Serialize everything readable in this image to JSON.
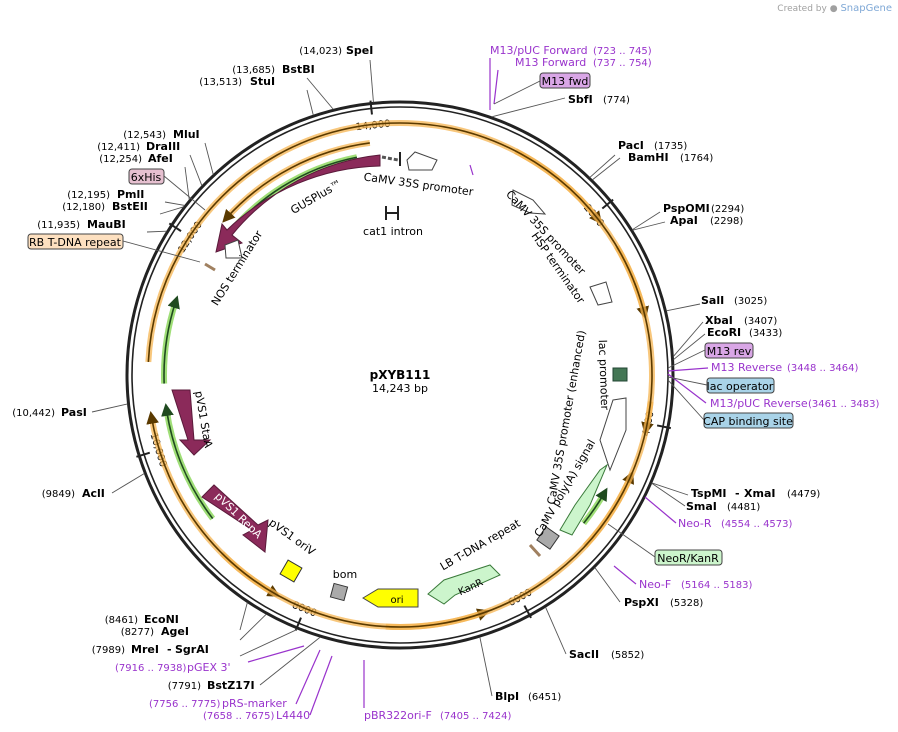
{
  "credit": {
    "prefix": "Created by",
    "brand": "SnapGene"
  },
  "plasmid": {
    "name": "pXYB111",
    "size_label": "14,243 bp",
    "length": 14243
  },
  "ticks": [
    "2000",
    "4000",
    "6000",
    "8000",
    "10,000",
    "12,000",
    "14,000"
  ],
  "enzymes": [
    {
      "name": "SpeI",
      "pos": "(14,023)"
    },
    {
      "name": "BstBI",
      "pos": "(13,685)"
    },
    {
      "name": "StuI",
      "pos": "(13,513)"
    },
    {
      "name": "MluI",
      "pos": "(12,543)"
    },
    {
      "name": "DraIII",
      "pos": "(12,411)"
    },
    {
      "name": "AfeI",
      "pos": "(12,254)"
    },
    {
      "name": "PmlI",
      "pos": "(12,195)"
    },
    {
      "name": "BstEII",
      "pos": "(12,180)"
    },
    {
      "name": "MauBI",
      "pos": "(11,935)"
    },
    {
      "name": "PasI",
      "pos": "(10,442)"
    },
    {
      "name": "AclI",
      "pos": "(9849)"
    },
    {
      "name": "EcoNI",
      "pos": "(8461)"
    },
    {
      "name": "AgeI",
      "pos": "(8277)"
    },
    {
      "name": "MreI",
      "pos": "(7989)"
    },
    {
      "name": "SgrAI",
      "pos": ""
    },
    {
      "name": "BstZ17I",
      "pos": "(7791)"
    },
    {
      "name": "SbfI",
      "pos": "(774)"
    },
    {
      "name": "PacI",
      "pos": "(1735)"
    },
    {
      "name": "BamHI",
      "pos": "(1764)"
    },
    {
      "name": "PspOMI",
      "pos": "(2294)"
    },
    {
      "name": "ApaI",
      "pos": "(2298)"
    },
    {
      "name": "SalI",
      "pos": "(3025)"
    },
    {
      "name": "XbaI",
      "pos": "(3407)"
    },
    {
      "name": "EcoRI",
      "pos": "(3433)"
    },
    {
      "name": "TspMI",
      "pos": ""
    },
    {
      "name": "XmaI",
      "pos": "(4479)"
    },
    {
      "name": "SmaI",
      "pos": "(4481)"
    },
    {
      "name": "PspXI",
      "pos": "(5328)"
    },
    {
      "name": "SacII",
      "pos": "(5852)"
    },
    {
      "name": "BlpI",
      "pos": "(6451)"
    }
  ],
  "primers": [
    {
      "name": "M13/pUC Forward",
      "range": "(723 .. 745)"
    },
    {
      "name": "M13 Forward",
      "range": "(737 .. 754)"
    },
    {
      "name": "M13 Reverse",
      "range": "(3448 .. 3464)"
    },
    {
      "name": "M13/pUC Reverse",
      "range": "(3461 .. 3483)"
    },
    {
      "name": "Neo-R",
      "range": "(4554 .. 4573)"
    },
    {
      "name": "Neo-F",
      "range": "(5164 .. 5183)"
    },
    {
      "name": "pGEX 3'",
      "range": "(7916 .. 7938)"
    },
    {
      "name": "pRS-marker",
      "range": "(7756 .. 7775)"
    },
    {
      "name": "L4440",
      "range": "(7658 .. 7675)"
    },
    {
      "name": "pBR322ori-F",
      "range": "(7405 .. 7424)"
    }
  ],
  "boxed_features": [
    {
      "name": "M13 fwd",
      "color": "#d9a6e6"
    },
    {
      "name": "M13 rev",
      "color": "#d9a6e6"
    },
    {
      "name": "lac operator",
      "color": "#a9d3e8"
    },
    {
      "name": "CAP binding site",
      "color": "#a9d3e8"
    },
    {
      "name": "NeoR/KanR",
      "color": "#ccf5cc"
    },
    {
      "name": "6xHis",
      "color": "#e6c0d0"
    },
    {
      "name": "RB T-DNA repeat",
      "color": "#fde0c0"
    }
  ],
  "internal_features": [
    {
      "name": "CaMV 35S promoter"
    },
    {
      "name": "cat1 intron"
    },
    {
      "name": "GUSPlus™"
    },
    {
      "name": "NOS terminator"
    },
    {
      "name": "CaMV 35S promoter"
    },
    {
      "name": "HSP terminator"
    },
    {
      "name": "lac promoter"
    },
    {
      "name": "CaMV 35S promoter (enhanced)"
    },
    {
      "name": "CaMV poly(A) signal"
    },
    {
      "name": "pVS1 StaA"
    },
    {
      "name": "pVS1 RepA"
    },
    {
      "name": "pVS1 oriV"
    },
    {
      "name": "bom"
    },
    {
      "name": "ori"
    },
    {
      "name": "KanR"
    },
    {
      "name": "LB T-DNA repeat"
    }
  ],
  "colors": {
    "enzyme_text": "#000000",
    "primer_text": "#9933cc",
    "orf_orange": "#f5b450",
    "orf_green": "#7fd34a",
    "gusplus": "#8b2a5a",
    "ori_yellow": "#ffff00",
    "kanr_green": "#ccf5cc"
  }
}
